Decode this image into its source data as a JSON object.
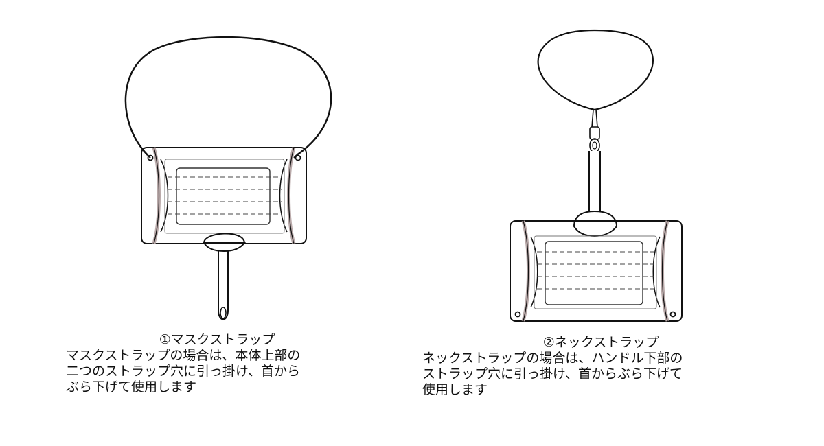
{
  "mask_strap": {
    "title": "①マスクストラップ",
    "lines": [
      "マスクストラップの場合は、本体上部の",
      "二つのストラップ穴に引っ掛け、首から",
      "ぶら下げて使用します"
    ]
  },
  "neck_strap": {
    "title": "②ネックストラップ",
    "lines": [
      "ネックストラップの場合は、ハンドル下部の",
      "ストラップ穴に引っ掛け、首からぶら下げて",
      "使用します"
    ]
  },
  "colors": {
    "outline": "#111111",
    "inner_line": "#555555",
    "band": "#b9a9a9"
  }
}
